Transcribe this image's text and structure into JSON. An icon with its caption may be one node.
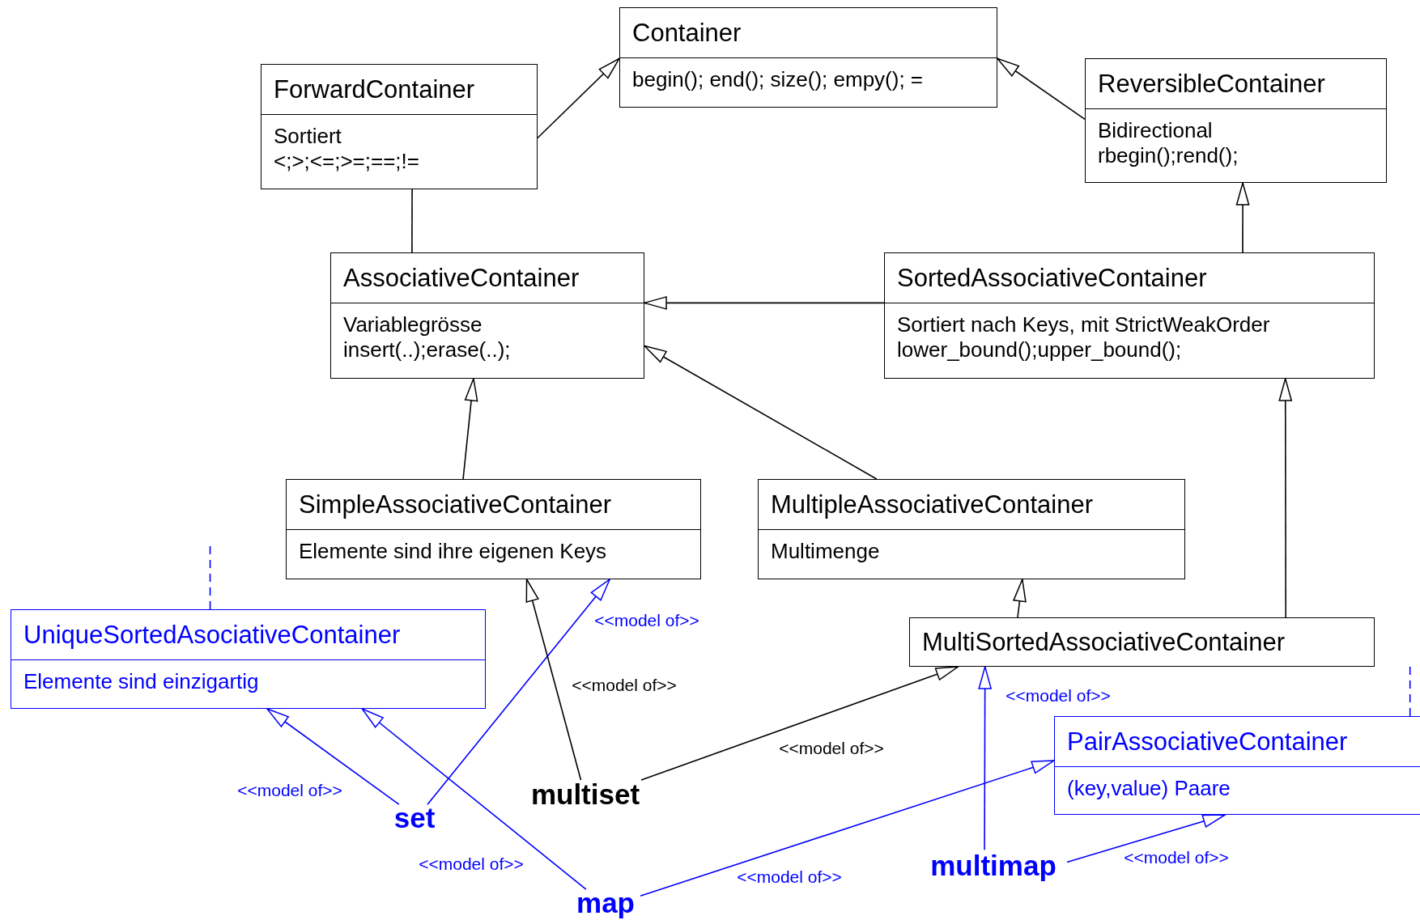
{
  "diagram": {
    "nodes": [
      {
        "text": [
          "Container",
          "begin(); end(); size(); empy(); ="
        ]
      },
      {
        "text": [
          "ForwardContainer",
          "Sortiert",
          "<;>;<=;>=;==;!="
        ]
      },
      {
        "text": [
          "ReversibleContainer",
          "Bidirectional",
          "rbegin();rend();"
        ]
      },
      {
        "text": [
          "AssociativeContainer",
          "Variablegrösse",
          "insert(..);erase(..);"
        ]
      },
      {
        "text": [
          "SortedAssociativeContainer",
          "Sortiert nach Keys, mit StrictWeakOrder",
          "lower_bound();upper_bound();"
        ]
      },
      {
        "text": [
          "SimpleAssociativeContainer",
          "Elemente sind ihre eigenen Keys"
        ]
      },
      {
        "text": [
          "MultipleAssociativeContainer",
          "Multimenge"
        ]
      },
      {
        "text": [
          "UniqueSortedAsociativeContainer",
          "Elemente sind einzigartig"
        ]
      },
      {
        "text": [
          "MultiSortedAssociativeContainer"
        ]
      },
      {
        "text": [
          "PairAssociativeContainer",
          "(key,value) Paare"
        ]
      },
      {
        "text": [
          "set"
        ]
      },
      {
        "text": [
          "multiset"
        ]
      },
      {
        "text": [
          "map"
        ]
      },
      {
        "text": [
          "multimap"
        ]
      }
    ],
    "edges": [
      {
        "from": 1,
        "to": 0,
        "arrow": "to"
      },
      {
        "from": 2,
        "to": 0,
        "arrow": "to"
      },
      {
        "from": 1,
        "to": 3,
        "arrow": "none"
      },
      {
        "from": 4,
        "to": 3,
        "arrow": "to"
      },
      {
        "from": 4,
        "to": 2,
        "arrow": "to"
      },
      {
        "from": 5,
        "to": 3,
        "arrow": "to"
      },
      {
        "from": 6,
        "to": 3,
        "arrow": "to"
      },
      {
        "from": 8,
        "to": 6,
        "arrow": "to"
      },
      {
        "from": 8,
        "to": 4,
        "arrow": "to"
      },
      {
        "from": 10,
        "to": 7,
        "arrow": "to",
        "label": "<<model of>>",
        "color": "#0000ff"
      },
      {
        "from": 10,
        "to": 5,
        "arrow": "to",
        "label": "<<model of>>",
        "color": "#0000ff"
      },
      {
        "from": 12,
        "to": 7,
        "arrow": "to",
        "label": "<<model of>>",
        "color": "#0000ff"
      },
      {
        "from": 12,
        "to": 9,
        "arrow": "to",
        "label": "<<model of>>",
        "color": "#0000ff"
      },
      {
        "from": 11,
        "to": 5,
        "arrow": "to",
        "label": "<<model of>>"
      },
      {
        "from": 11,
        "to": 8,
        "arrow": "to",
        "label": "<<model of>>"
      },
      {
        "from": 13,
        "to": 8,
        "arrow": "to",
        "label": "<<model of>>",
        "color": "#0000ff"
      },
      {
        "from": 13,
        "to": 9,
        "arrow": "to",
        "label": "<<model of>>",
        "color": "#0000ff"
      },
      {
        "from": 7,
        "to": null,
        "arrow": "none",
        "style": "dashed",
        "color": "#0000ff"
      },
      {
        "from": 9,
        "to": null,
        "arrow": "none",
        "style": "dashed",
        "color": "#0000ff"
      }
    ]
  }
}
